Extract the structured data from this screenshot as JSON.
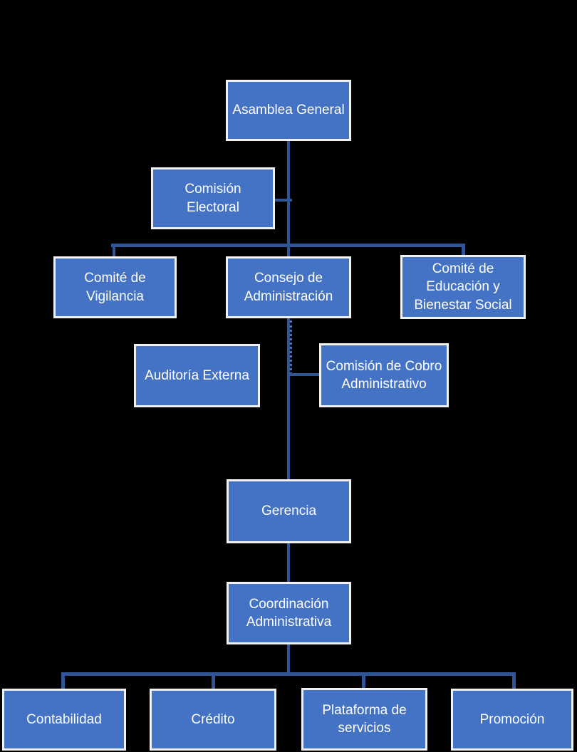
{
  "diagram": {
    "type": "org-chart",
    "background_color": "#000000",
    "colors": {
      "box_fill": "#4472C4",
      "box_border": "#F1F1F1",
      "box_text": "#FFFFFF",
      "connector": "#2F5597",
      "dotted_connector": "#4472C4"
    }
  },
  "nodes": {
    "asamblea": {
      "label": "Asamblea General"
    },
    "electoral": {
      "label": "Comisión Electoral"
    },
    "vigilancia": {
      "label": "Comité de Vigilancia"
    },
    "consejo": {
      "label": "Consejo de Administración"
    },
    "educacion": {
      "label": "Comité de Educación y Bienestar Social"
    },
    "auditoria": {
      "label": "Auditoría Externa"
    },
    "cobro": {
      "label": "Comisión de Cobro Administrativo"
    },
    "gerencia": {
      "label": "Gerencia"
    },
    "coordinacion": {
      "label": "Coordinación Administrativa"
    },
    "contabilidad": {
      "label": "Contabilidad"
    },
    "credito": {
      "label": "Crédito"
    },
    "plataforma": {
      "label": "Plataforma de servicios"
    },
    "promocion": {
      "label": "Promoción"
    }
  },
  "edges": [
    {
      "from": "asamblea",
      "to": "vigilancia",
      "style": "solid"
    },
    {
      "from": "asamblea",
      "to": "consejo",
      "style": "solid"
    },
    {
      "from": "asamblea",
      "to": "educacion",
      "style": "solid"
    },
    {
      "from": "electoral",
      "to": "asamblea-consejo-line",
      "style": "side-stub"
    },
    {
      "from": "consejo",
      "to": "cobro",
      "style": "dotted"
    },
    {
      "from": "consejo",
      "to": "gerencia",
      "style": "solid"
    },
    {
      "from": "gerencia",
      "to": "coordinacion",
      "style": "solid"
    },
    {
      "from": "coordinacion",
      "to": "contabilidad",
      "style": "solid"
    },
    {
      "from": "coordinacion",
      "to": "credito",
      "style": "solid"
    },
    {
      "from": "coordinacion",
      "to": "plataforma",
      "style": "solid"
    },
    {
      "from": "coordinacion",
      "to": "promocion",
      "style": "solid"
    }
  ]
}
